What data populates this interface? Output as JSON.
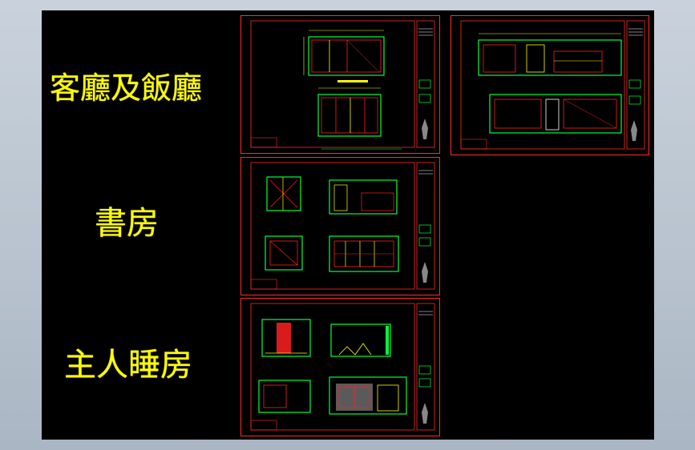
{
  "labels": {
    "living_dining": "客廳及飯廳",
    "study": "書房",
    "master_bedroom": "主人睡房"
  },
  "colors": {
    "background": "#000000",
    "label": "#ffff00",
    "frame": "#ff2a2a",
    "line_green": "#00ff3c",
    "line_yellow": "#ffff00",
    "line_red": "#ff2020",
    "line_white": "#ffffff"
  }
}
